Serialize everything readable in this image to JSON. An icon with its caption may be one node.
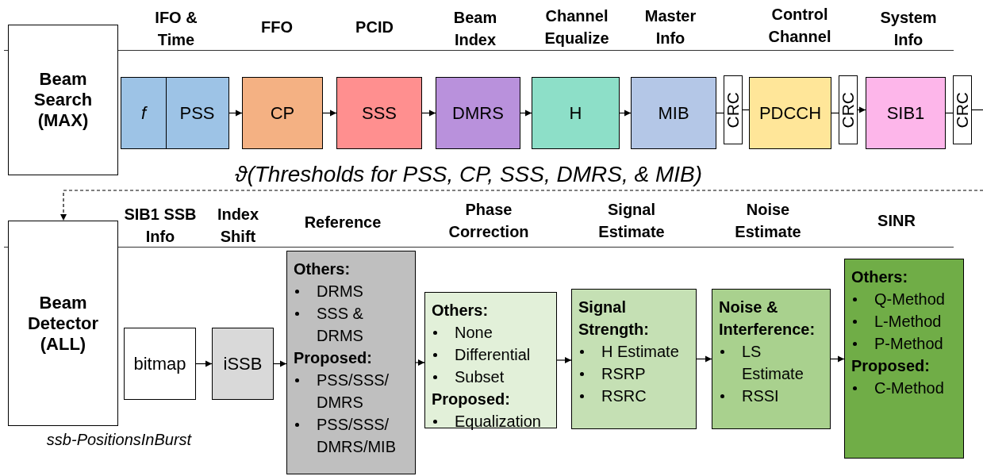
{
  "diagram": {
    "nodes": [
      {
        "text": [
          "Beam Search (MAX)"
        ]
      },
      {
        "text": [
          "f"
        ]
      },
      {
        "text": [
          "PSS"
        ]
      },
      {
        "text": [
          "CP"
        ]
      },
      {
        "text": [
          "SSS"
        ]
      },
      {
        "text": [
          "DMRS"
        ]
      },
      {
        "text": [
          "H"
        ]
      },
      {
        "text": [
          "MIB"
        ]
      },
      {
        "text": [
          "CRC"
        ]
      },
      {
        "text": [
          "PDCCH"
        ]
      },
      {
        "text": [
          "CRC"
        ]
      },
      {
        "text": [
          "SIB1"
        ]
      },
      {
        "text": [
          "CRC"
        ]
      },
      {
        "text": [
          "Beam Detector (ALL)"
        ]
      },
      {
        "text": [
          "bitmap"
        ]
      },
      {
        "text": [
          "iSSB"
        ]
      },
      {
        "text": [
          "Others:",
          "DRMS",
          "SSS & DRMS",
          "Proposed:",
          "PSS/SSS/ DMRS",
          "PSS/SSS/ DMRS/MIB"
        ]
      },
      {
        "text": [
          "Others:",
          "None",
          "Differential",
          "Subset",
          "Proposed:",
          "Equalization"
        ]
      },
      {
        "text": [
          "Signal Strength:",
          "H Estimate",
          "RSRP",
          "RSRC"
        ]
      },
      {
        "text": [
          "Noise & Interference:",
          "LS Estimate",
          "RSSI"
        ]
      },
      {
        "text": [
          "Others:",
          "Q-Method",
          "L-Method",
          "P-Method",
          "Proposed:",
          "C-Method"
        ]
      }
    ],
    "edges": [
      {
        "from": 2,
        "to": 3,
        "arrow": "to"
      },
      {
        "from": 3,
        "to": 4,
        "arrow": "to"
      },
      {
        "from": 4,
        "to": 5,
        "arrow": "to"
      },
      {
        "from": 5,
        "to": 6,
        "arrow": "to"
      },
      {
        "from": 6,
        "to": 7,
        "arrow": "to"
      },
      {
        "from": 7,
        "to": 8,
        "arrow": "none"
      },
      {
        "from": 8,
        "to": 9,
        "arrow": "none"
      },
      {
        "from": 9,
        "to": 10,
        "arrow": "none"
      },
      {
        "from": 10,
        "to": 11,
        "arrow": "to"
      },
      {
        "from": 11,
        "to": 12,
        "arrow": "none"
      },
      {
        "from": 12,
        "to": null,
        "arrow": "none"
      },
      {
        "from": null,
        "to": 13,
        "arrow": "to",
        "style": "dashed",
        "label": "ϑ(Thresholds for PSS, CP, SSS, DMRS, & MIB)"
      },
      {
        "from": 14,
        "to": 15,
        "arrow": "to"
      },
      {
        "from": 15,
        "to": 16,
        "arrow": "to"
      },
      {
        "from": 16,
        "to": 17,
        "arrow": "to"
      },
      {
        "from": 17,
        "to": 18,
        "arrow": "to"
      },
      {
        "from": 18,
        "to": 19,
        "arrow": "to"
      },
      {
        "from": 19,
        "to": 20,
        "arrow": "to"
      }
    ],
    "labels": [
      "IFO & Time",
      "FFO",
      "PCID",
      "Beam Index",
      "Channel Equalize",
      "Master Info",
      "Control Channel",
      "System Info",
      "SIB1 SSB Info",
      "Index Shift",
      "Reference",
      "Phase Correction",
      "Signal Estimate",
      "Noise Estimate",
      "SINR",
      "ssb-PositionsInBurst"
    ]
  }
}
